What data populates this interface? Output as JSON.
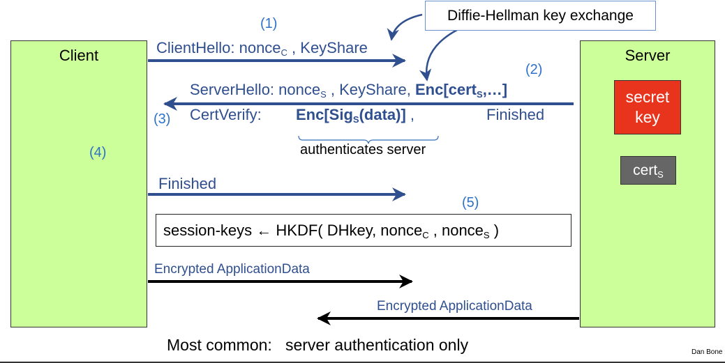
{
  "callout": {
    "text": "Diffie-Hellman key exchange"
  },
  "client": {
    "title": "Client"
  },
  "server": {
    "title": "Server",
    "secret_key": {
      "line1": "secret",
      "line2": "key",
      "color": "#e8341c"
    },
    "cert": {
      "base": "cert",
      "sub": "S",
      "color": "#666666"
    }
  },
  "step_labels": {
    "s1": "(1)",
    "s2": "(2)",
    "s3": "(3)",
    "s4": "(4)",
    "s5": "(5)"
  },
  "msg1": {
    "prefix": "ClientHello: nonce",
    "sub": "C",
    "suffix": " , KeyShare"
  },
  "msg2": {
    "prefix": "ServerHello: nonce",
    "sub": "S",
    "mid": " , KeyShare, ",
    "enc": "Enc[cert",
    "enc_sub": "S",
    "enc_end": ",…]"
  },
  "msg3": {
    "label": "CertVerify:",
    "enc": "Enc[Sig",
    "enc_sub": "S",
    "enc_end": "(data)]",
    "comma": " ,",
    "finished": "Finished"
  },
  "brace": {
    "text": "authenticates server"
  },
  "msg4": {
    "text": "Finished"
  },
  "hkdf": {
    "prefix": "session-keys ← HKDF( DHkey, nonce",
    "sub1": "C",
    "mid": " , nonce",
    "sub2": "S",
    "end": " )"
  },
  "app_client": {
    "text": "Encrypted ApplicationData"
  },
  "app_server": {
    "text": "Encrypted ApplicationData"
  },
  "caption": {
    "text": "Most common:   server authentication only"
  },
  "credit": {
    "text": "Dan Bone"
  },
  "colors": {
    "party_fill": "#ccff99",
    "message_blue": "#2f4f8f",
    "step_blue": "#2e72c8",
    "arrow_black": "#000000"
  }
}
